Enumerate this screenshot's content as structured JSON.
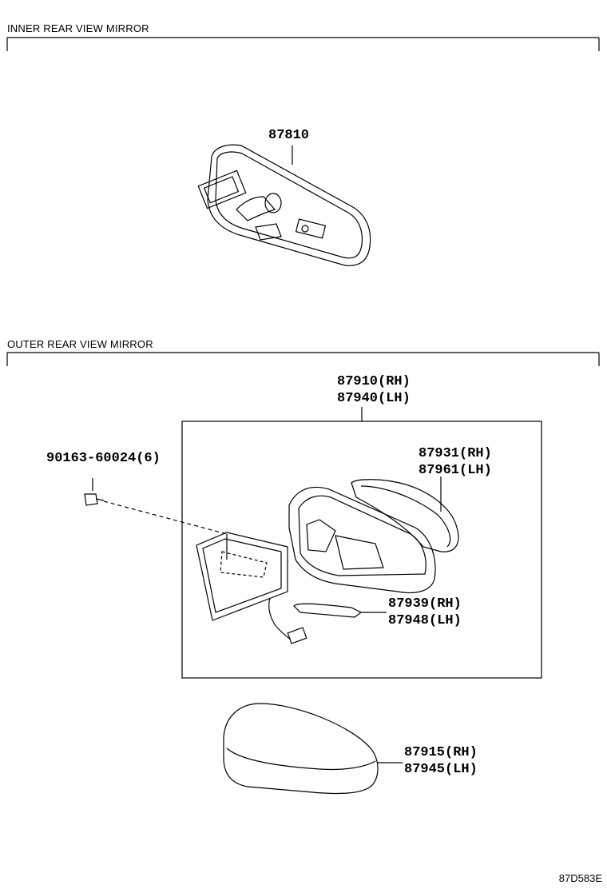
{
  "sections": {
    "inner": {
      "title": "INNER REAR VIEW MIRROR"
    },
    "outer": {
      "title": "OUTER REAR VIEW MIRROR"
    }
  },
  "parts": {
    "inner_mirror": {
      "number": "87810"
    },
    "outer_mirror_assy": {
      "rh": "87910(RH)",
      "lh": "87940(LH)"
    },
    "mirror_glass": {
      "rh": "87931(RH)",
      "lh": "87961(LH)"
    },
    "side_turn_lamp": {
      "rh": "87939(RH)",
      "lh": "87948(LH)"
    },
    "mirror_cover": {
      "rh": "87915(RH)",
      "lh": "87945(LH)"
    },
    "screw": {
      "number": "90163-60024(6)"
    }
  },
  "diagram_ref": "87D583E"
}
